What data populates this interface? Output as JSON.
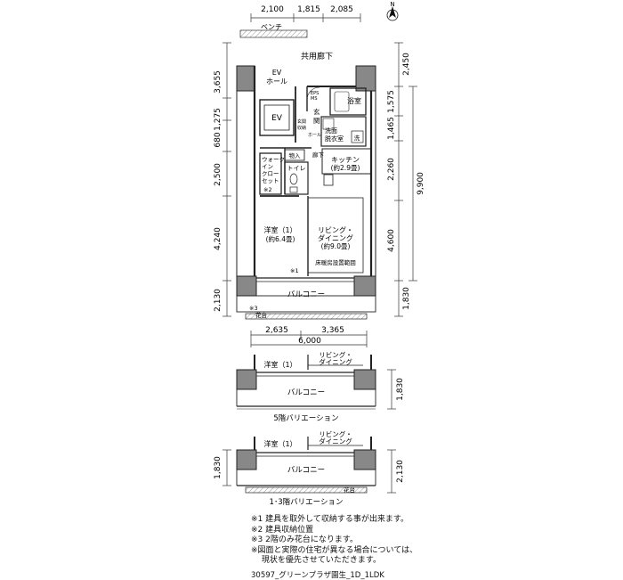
{
  "top_dims": [
    "2,100",
    "1,815",
    "2,085"
  ],
  "north_label": "N",
  "bench": "ベンチ",
  "corridor": "共用廊下",
  "ev_hall": [
    "EV",
    "ホール"
  ],
  "ev": "EV",
  "eps_ms": [
    "EPS",
    "MS"
  ],
  "entrance": [
    "玄",
    "関"
  ],
  "shoe_box": [
    "玄関",
    "収納"
  ],
  "hall_storage": "ホール",
  "bath": "浴室",
  "washroom": [
    "洗面",
    "脱衣室"
  ],
  "wash": "洗",
  "storage": "物入",
  "hallway": "廊下",
  "walkin": [
    "ウォーク",
    "イン",
    "クロー",
    "セット",
    "※2"
  ],
  "toilet": "トイレ",
  "kitchen": [
    "キッチン",
    "(約2.9畳)"
  ],
  "western_room": [
    "洋室（1）",
    "(約6.4畳)"
  ],
  "living": [
    "リビング・",
    "ダイニング",
    "(約9.0畳)"
  ],
  "floor_heating": "床暖房設置範囲",
  "note_mark1": "※1",
  "balcony": "バルコニー",
  "note_mark3": "※3",
  "flower_bed": "花台",
  "left_dims": [
    "3,655",
    "1,275",
    "680",
    "2,500",
    "4,240",
    "2,130"
  ],
  "right_dims": [
    "2,450",
    "1,575",
    "1,465",
    "2,260",
    "4,600",
    "1,830"
  ],
  "right_total": "9,900",
  "bottom_dims": [
    "2,635",
    "3,365"
  ],
  "bottom_total": "6,000",
  "var5": {
    "western": "洋室（1）",
    "living": [
      "リビング・",
      "ダイニング"
    ],
    "balcony": "バルコニー",
    "right_dim": "1,830",
    "caption": "5階バリエーション"
  },
  "var13": {
    "western": "洋室（1）",
    "living": [
      "リビング・",
      "ダイニング"
    ],
    "balcony": "バルコニー",
    "flower_bed": "花台",
    "left_dim": "1,830",
    "right_dim": "2,130",
    "caption": "1･3階バリエーション"
  },
  "notes": [
    "※1 建具を取外して収納する事が出来ます。",
    "※2 建具収納位置",
    "※3 2階のみ花台になります。",
    "※図面と実際の住宅が異なる場合については、",
    "　 現状を優先させていただきます。"
  ],
  "plan_code": "30597_グリーンプラザ園生_1D_1LDK"
}
